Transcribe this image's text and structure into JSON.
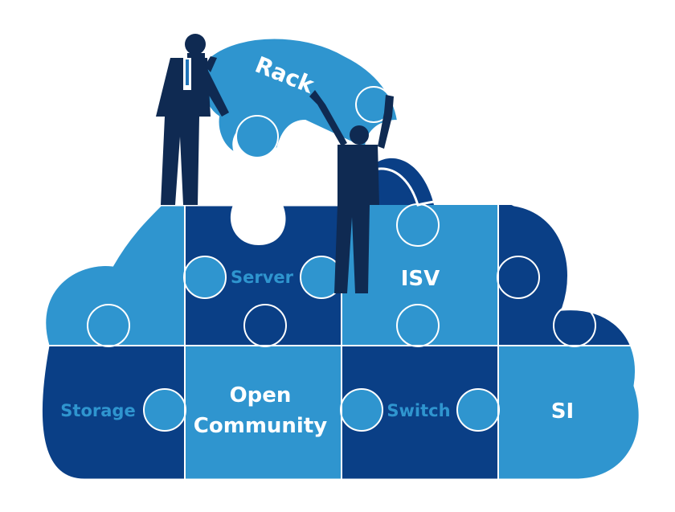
{
  "pieces": {
    "rack": "Rack",
    "server": "Server",
    "isv": "ISV",
    "storage": "Storage",
    "open_line1": "Open",
    "open_line2": "Community",
    "switch": "Switch",
    "si": "SI"
  },
  "colors": {
    "dark_navy": "#0d2a57",
    "navy": "#0a3f86",
    "mid_blue": "#1f73b7",
    "light_blue": "#2f95cf",
    "sky_blue": "#3aa2d8",
    "suit": "#0f2a52",
    "outline": "#ffffff"
  }
}
